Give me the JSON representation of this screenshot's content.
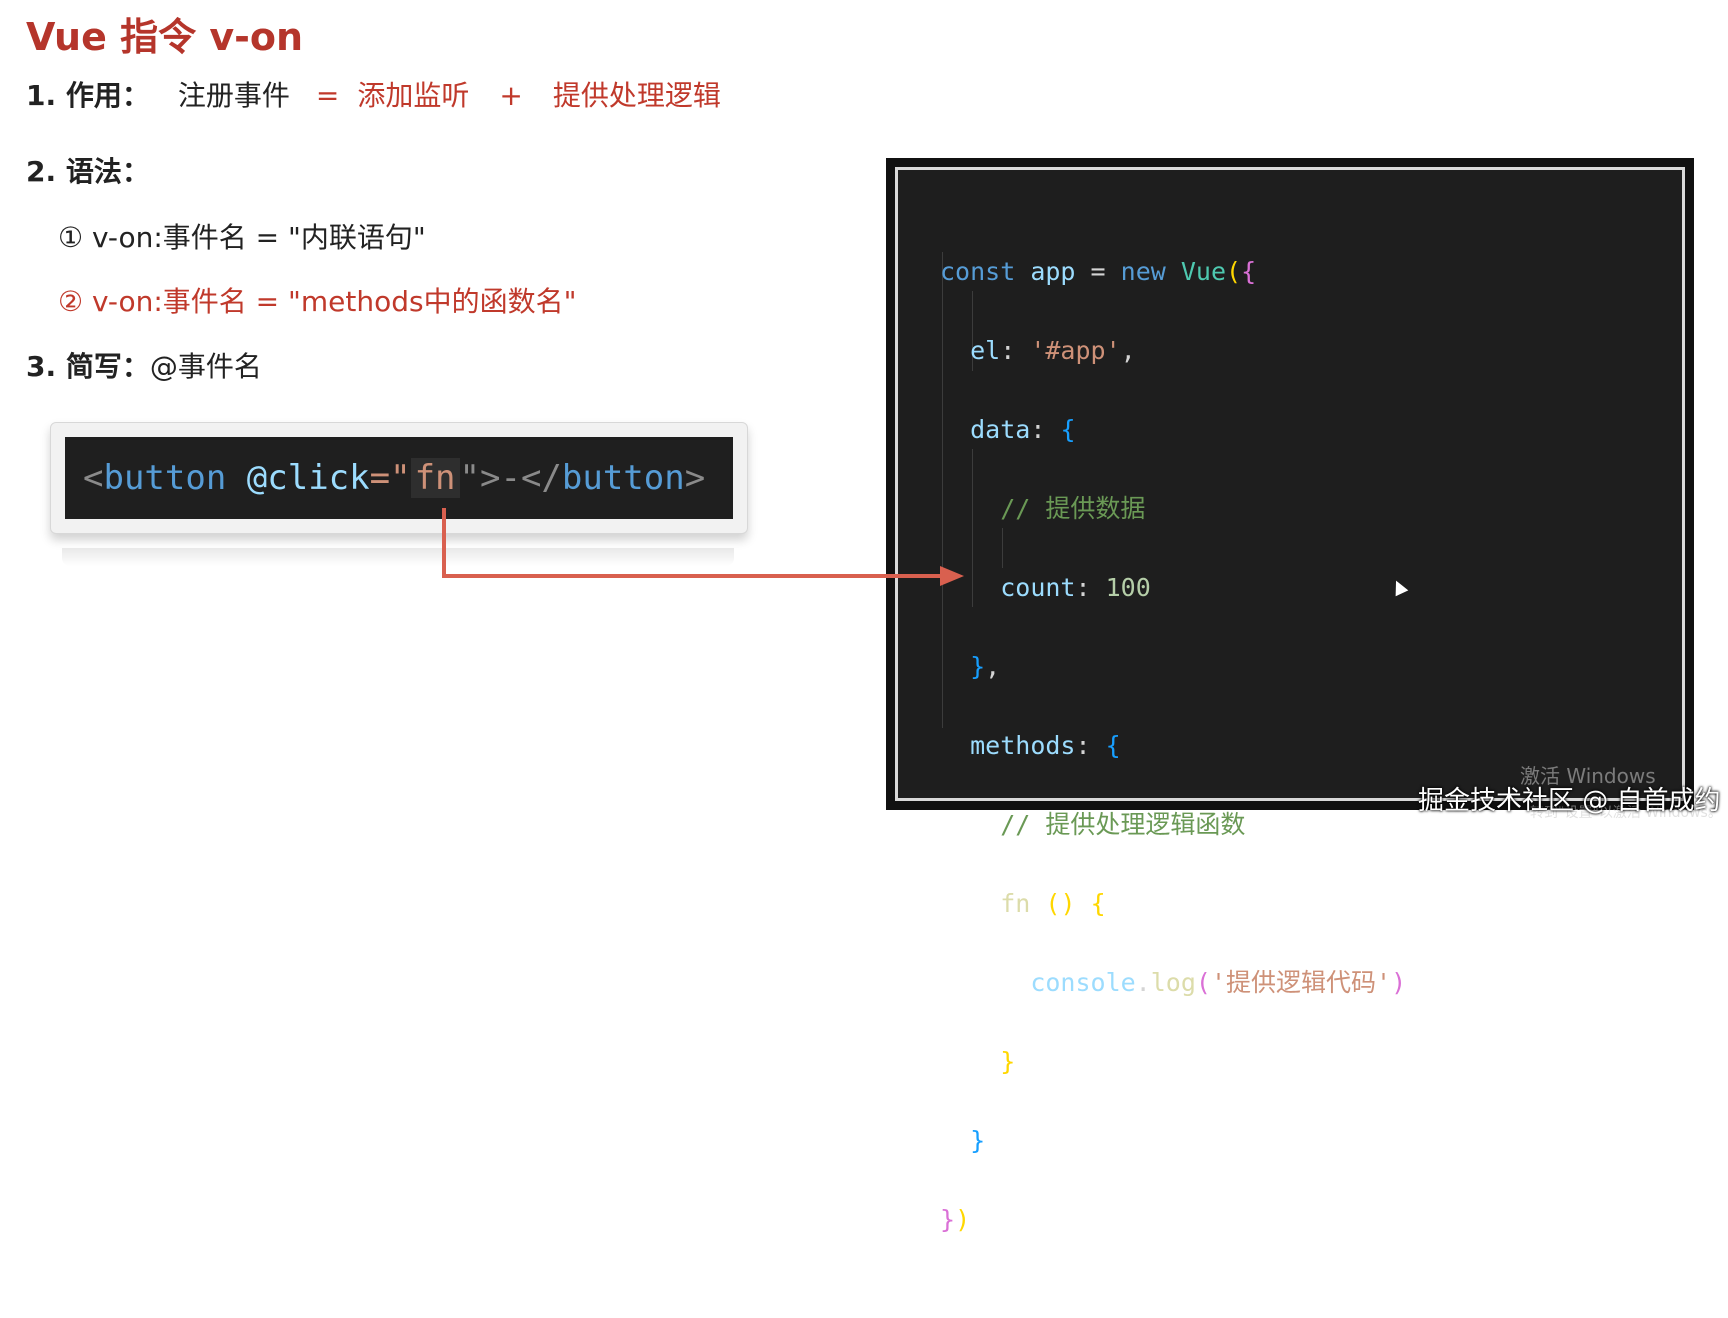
{
  "slide": {
    "title": "Vue 指令 v-on",
    "item1_label": "1. 作用：",
    "item1_text": "注册事件",
    "item1_eq": "=",
    "item1_part1": "添加监听",
    "item1_plus": "+",
    "item1_part2": "提供处理逻辑",
    "item2_label": "2. 语法：",
    "syntax1": "① v-on:事件名 = \"内联语句\"",
    "syntax2": "② v-on:事件名 = \"methods中的函数名\"",
    "item3_label": "3. 简写：",
    "item3_text": "@事件名"
  },
  "snippet": {
    "open_lt": "<",
    "tag_open": "button",
    "attr": "@click",
    "eq_quote": "=\"",
    "fn": "fn",
    "close_quote_gt": "\">-</",
    "tag_close": "button",
    "close_gt": ">"
  },
  "code": {
    "l1_const": "const",
    "l1_app": "app",
    "l1_eq": " = ",
    "l1_new": "new",
    "l1_vue": "Vue",
    "l1_paren": "(",
    "l1_brace": "{",
    "l2_el": "el",
    "l2_colon": ": ",
    "l2_str": "'#app'",
    "l2_comma": ",",
    "l3_data": "data",
    "l3_colon": ": ",
    "l3_brace": "{",
    "l4_comment": "// 提供数据",
    "l5_count": "count",
    "l5_colon": ": ",
    "l5_num": "100",
    "l6_brace": "}",
    "l6_comma": ",",
    "l7_methods": "methods",
    "l7_colon": ": ",
    "l7_brace": "{",
    "l8_comment": "// 提供处理逻辑函数",
    "l9_fn": "fn",
    "l9_space": " ",
    "l9_parens": "()",
    "l9_brace": "{",
    "l10_console": "console",
    "l10_dot": ".",
    "l10_log": "log",
    "l10_paren_open": "(",
    "l10_str": "'提供逻辑代码'",
    "l10_paren_close": ")",
    "l11_brace": "}",
    "l12_brace": "}",
    "l13_brace": "}",
    "l13_paren": ")"
  },
  "overlay": {
    "win_activate": "激活 Windows",
    "win_hint": "转到\"设置\"以激活 Windows。",
    "watermark": "掘金技术社区 @ 自首成约"
  },
  "colors": {
    "title_red": "#b5352b",
    "accent_red": "#c0392b",
    "arrow": "#d9604f",
    "code_bg": "#1e1e1e"
  }
}
